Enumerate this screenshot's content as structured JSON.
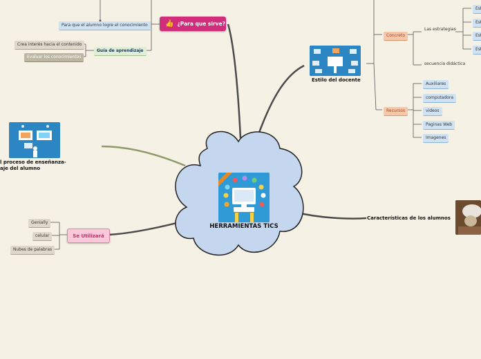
{
  "center": {
    "title": "HERRAMIENTAS TICS",
    "illustration_icon": "computer-apps-icon"
  },
  "para_que": {
    "title": "¿Para que sirve?",
    "icon": "thumbs-up-icon",
    "child_1": "Para que el alumno logre el conocimiento",
    "guia": "Guía de aprendizaje",
    "guia_children": [
      "Crea interés hacia el contenido",
      "Evaluar los conocimientos"
    ]
  },
  "estilo": {
    "title": "Estilo del docente",
    "concreto": "Concreto",
    "estrategias": "Las estrategias",
    "secuencia": "secuencia didáctica",
    "estrategia_items": [
      "Est",
      "Est",
      "Est",
      "Est"
    ],
    "recursos": "Recursos",
    "recursos_items": [
      "Auxiliares",
      "computadora",
      "videos",
      "Paginas Web",
      "Imagenes"
    ]
  },
  "proceso": {
    "line_1": "l proceso de enseñanza-",
    "line_2": "aje del alumno"
  },
  "se_utilizara": {
    "title": "Se Utilizará",
    "items": [
      "Genially",
      "celular",
      "Nubes de palabras"
    ]
  },
  "caracteristicas": {
    "title": "Características de los alumnos"
  },
  "colors": {
    "background": "#f5f1e4",
    "cloud_fill": "#c5d7ee",
    "branch": "#4a4a4a",
    "pink_topic": "#d02d7a"
  }
}
